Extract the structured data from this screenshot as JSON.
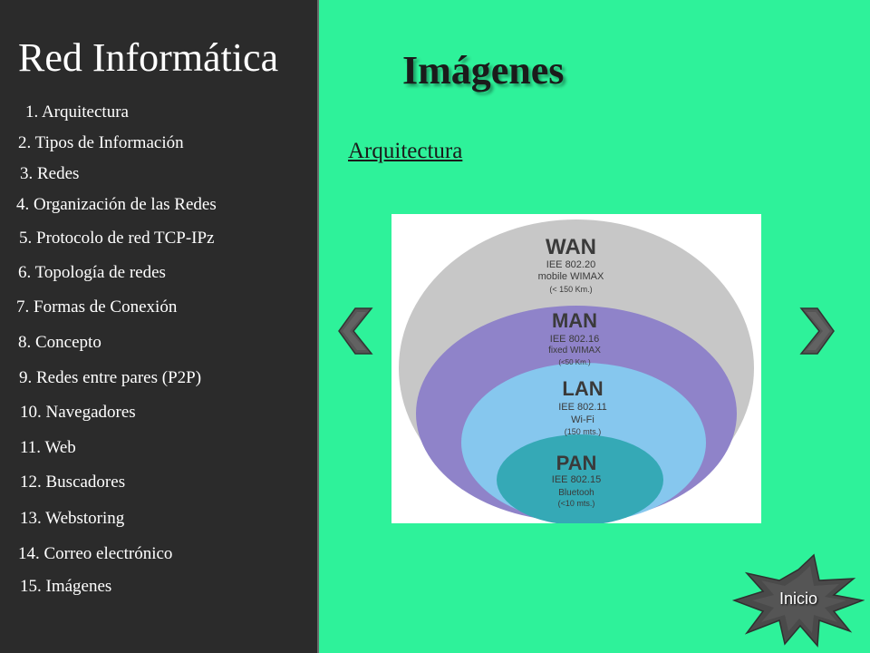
{
  "sidebar": {
    "title": "Red Informática",
    "items": [
      {
        "label": "1.  Arquitectura"
      },
      {
        "label": "2.  Tipos de Información"
      },
      {
        "label": "3.  Redes"
      },
      {
        "label": "4. Organización de las Redes"
      },
      {
        "label": "5. Protocolo de red TCP-IPz"
      },
      {
        "label": "6. Topología de redes"
      },
      {
        "label": "7. Formas de Conexión"
      },
      {
        "label": "8. Concepto"
      },
      {
        "label": "9. Redes entre pares (P2P)"
      },
      {
        "label": "10. Navegadores"
      },
      {
        "label": "11. Web"
      },
      {
        "label": "12. Buscadores"
      },
      {
        "label": "13. Webstoring"
      },
      {
        "label": "14. Correo electrónico"
      },
      {
        "label": "15. Imágenes"
      }
    ]
  },
  "main": {
    "title": "Imágenes",
    "section_link": "Arquitectura",
    "figure": {
      "layers": [
        {
          "name": "WAN",
          "lines": [
            "IEE 802.20",
            "mobile WIMAX",
            "(< 150 Km.)"
          ],
          "color": "#c7c7c7"
        },
        {
          "name": "MAN",
          "lines": [
            "IEE 802.16",
            "fixed WIMAX",
            "(<50 Km.)"
          ],
          "color": "#8f83c9"
        },
        {
          "name": "LAN",
          "lines": [
            "IEE 802.11",
            "Wi-Fi",
            "(150 mts.)"
          ],
          "color": "#86c7ee"
        },
        {
          "name": "PAN",
          "lines": [
            "IEE 802.15",
            "Bluetooh",
            "(<10 mts.)"
          ],
          "color": "#35a9b6"
        }
      ]
    },
    "prev_icon": "chevron-left-icon",
    "next_icon": "chevron-right-icon",
    "home_label": "Inicio",
    "home_icon": "starburst-icon"
  },
  "colors": {
    "sidebar_bg": "#2b2b2b",
    "main_bg": "#2ef29a",
    "arrow": "#555555",
    "home_button": "#4a4a4a"
  }
}
